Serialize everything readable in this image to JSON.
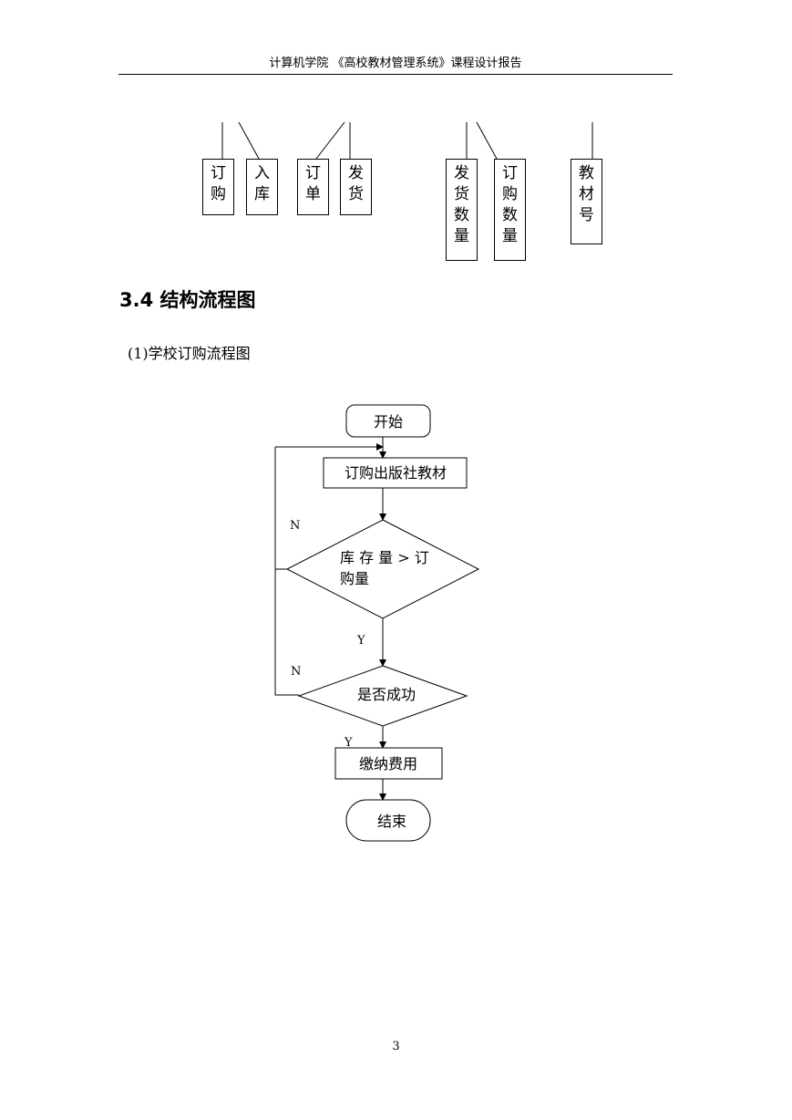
{
  "header": {
    "text": "计算机学院 《高校教材管理系统》课程设计报告"
  },
  "attributes": [
    {
      "chars": [
        "订",
        "购"
      ]
    },
    {
      "chars": [
        "入",
        "库"
      ]
    },
    {
      "chars": [
        "订",
        "单"
      ]
    },
    {
      "chars": [
        "发",
        "货"
      ]
    },
    {
      "chars": [
        "发",
        "货",
        "数",
        "量"
      ]
    },
    {
      "chars": [
        "订",
        "购",
        "数",
        "量"
      ]
    },
    {
      "chars": [
        "教",
        "材",
        "号"
      ]
    }
  ],
  "section": {
    "title": "3.4 结构流程图"
  },
  "subsection": {
    "label": "(1)学校订购流程图"
  },
  "flowchart": {
    "start": "开始",
    "order": "订购出版社教材",
    "decision1_line1": "库 存 量 > 订",
    "decision1_line2": "购量",
    "decision2": "是否成功",
    "pay": "缴纳费用",
    "end": "结束",
    "no_label_1": "N",
    "yes_label_1": "Y",
    "no_label_2": "N",
    "yes_label_2": "Y"
  },
  "footer": {
    "page_number": "3"
  }
}
